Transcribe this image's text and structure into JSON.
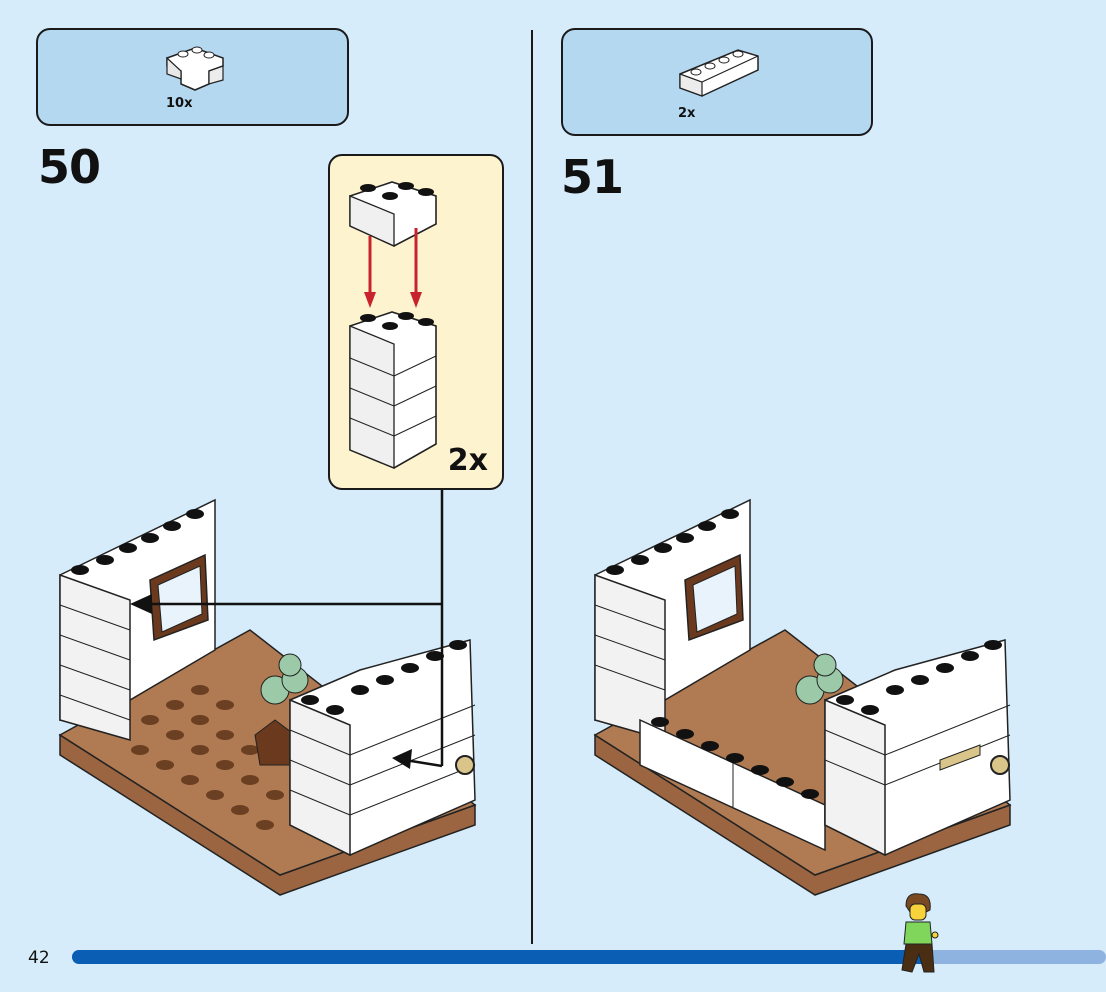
{
  "page": {
    "number": "42",
    "progress_fraction": 0.83
  },
  "steps": [
    {
      "number": "50",
      "parts": [
        {
          "name": "corner-brick-2x2",
          "qty": "10x"
        }
      ],
      "callout": {
        "qty": "2x"
      }
    },
    {
      "number": "51",
      "parts": [
        {
          "name": "brick-1x4",
          "qty": "2x"
        }
      ]
    }
  ],
  "colors": {
    "background": "#d6ecfa",
    "parts_box": "#b5d8f1",
    "callout": "#fdf3cf",
    "baseplate": "#b07a52",
    "brick": "#ffffff",
    "arrow": "#c8232c",
    "progress": "#0a5fb4",
    "progress_track": "#8fb3e0"
  },
  "icons": [
    "corner-brick-icon",
    "long-brick-icon",
    "minifigure-icon"
  ]
}
